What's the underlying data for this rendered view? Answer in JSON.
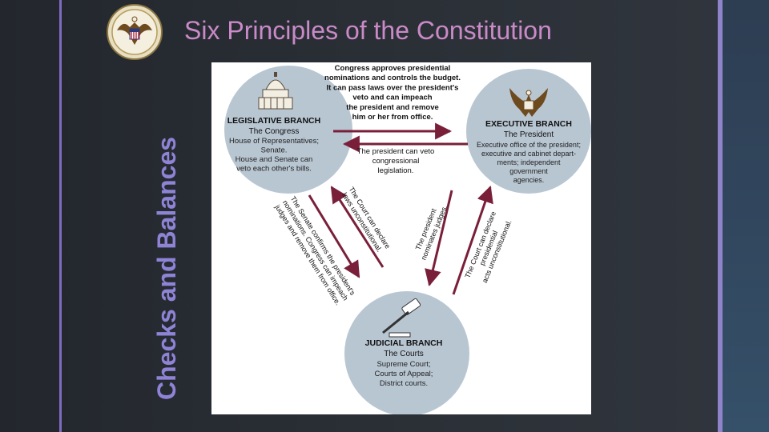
{
  "slide": {
    "title": "Six Principles of the Constitution",
    "side_title": "Checks and Balances"
  },
  "colors": {
    "background": "#2a2e35",
    "title": "#c98ac7",
    "side_title": "#8f83d6",
    "circle_fill": "#b8c6d2",
    "arrow": "#7a1f3a"
  },
  "diagram": {
    "legislative": {
      "heading": "LEGISLATIVE BRANCH",
      "subheading": "The Congress",
      "lines": [
        "House of Representatives;",
        "Senate.",
        "House and Senate can",
        "veto each other's bills."
      ],
      "icon": "capitol-dome-icon"
    },
    "executive": {
      "heading": "EXECUTIVE BRANCH",
      "subheading": "The President",
      "lines": [
        "Executive office of the president;",
        "executive and cabinet depart-",
        "ments; independent",
        "government",
        "agencies."
      ],
      "icon": "eagle-icon"
    },
    "judicial": {
      "heading": "JUDICIAL BRANCH",
      "subheading": "The Courts",
      "lines": [
        "Supreme Court;",
        "Courts of Appeal;",
        "District courts."
      ],
      "icon": "gavel-icon"
    },
    "congress_to_president": [
      "Congress approves presidential",
      "nominations and controls the budget.",
      "It can pass laws over the president's",
      "veto and can impeach",
      "the president and remove",
      "him or her from office."
    ],
    "president_to_congress": [
      "The president can veto",
      "congressional",
      "legislation."
    ],
    "court_to_congress": [
      "The Court can declare",
      "laws unconstitutional."
    ],
    "senate_to_court": [
      "The Senate confirms the president's",
      "nominations. Congress can impeach",
      "judges and remove them from office."
    ],
    "president_to_court": [
      "The president",
      "nominates judges."
    ],
    "court_to_president": [
      "The Court can declare",
      "presidential",
      "acts unconstitutional."
    ]
  }
}
